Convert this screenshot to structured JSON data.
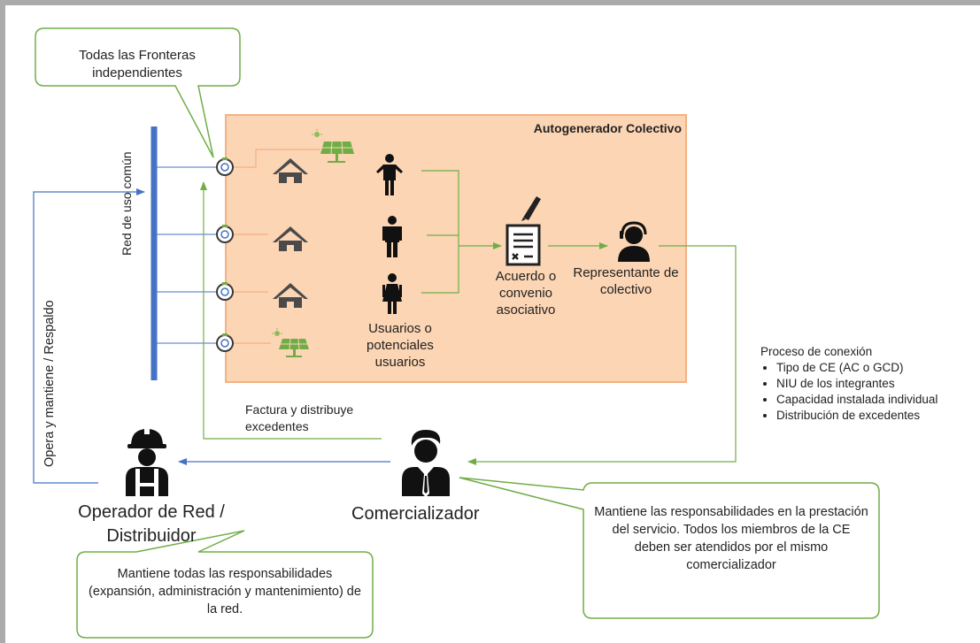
{
  "callouts": {
    "fronteras": "Todas las Fronteras independientes",
    "comercializador_resp": "Mantiene las responsabilidades en la prestación del servicio. Todos los miembros de la CE deben ser atendidos por el mismo comercializador",
    "operador_resp": "Mantiene todas las  responsabilidades (expansión, administración y mantenimiento) de la red."
  },
  "labels": {
    "autogenerador": "Autogenerador Colectivo",
    "red_uso_comun": "Red de uso común",
    "opera_mantiene": "Opera y mantiene / Respaldo",
    "usuarios": "Usuarios o potenciales usuarios",
    "acuerdo": "Acuerdo o convenio asociativo",
    "representante": "Representante de colectivo",
    "factura": "Factura y distribuye excedentes",
    "operador": "Operador de Red / Distribuidor",
    "comercializador": "Comercializador"
  },
  "proceso": {
    "title": "Proceso de conexión",
    "items": [
      "Tipo de CE (AC o GCD)",
      "NIU de los integrantes",
      "Capacidad instalada individual",
      "Distribución de excedentes"
    ]
  },
  "colors": {
    "panel_fill": "#fcd5b4",
    "panel_border": "#f4b183",
    "bus_line": "#4472c4",
    "green_line": "#70ad47",
    "blue_line": "#4472c4",
    "icon_dark": "#1a1a1a"
  }
}
